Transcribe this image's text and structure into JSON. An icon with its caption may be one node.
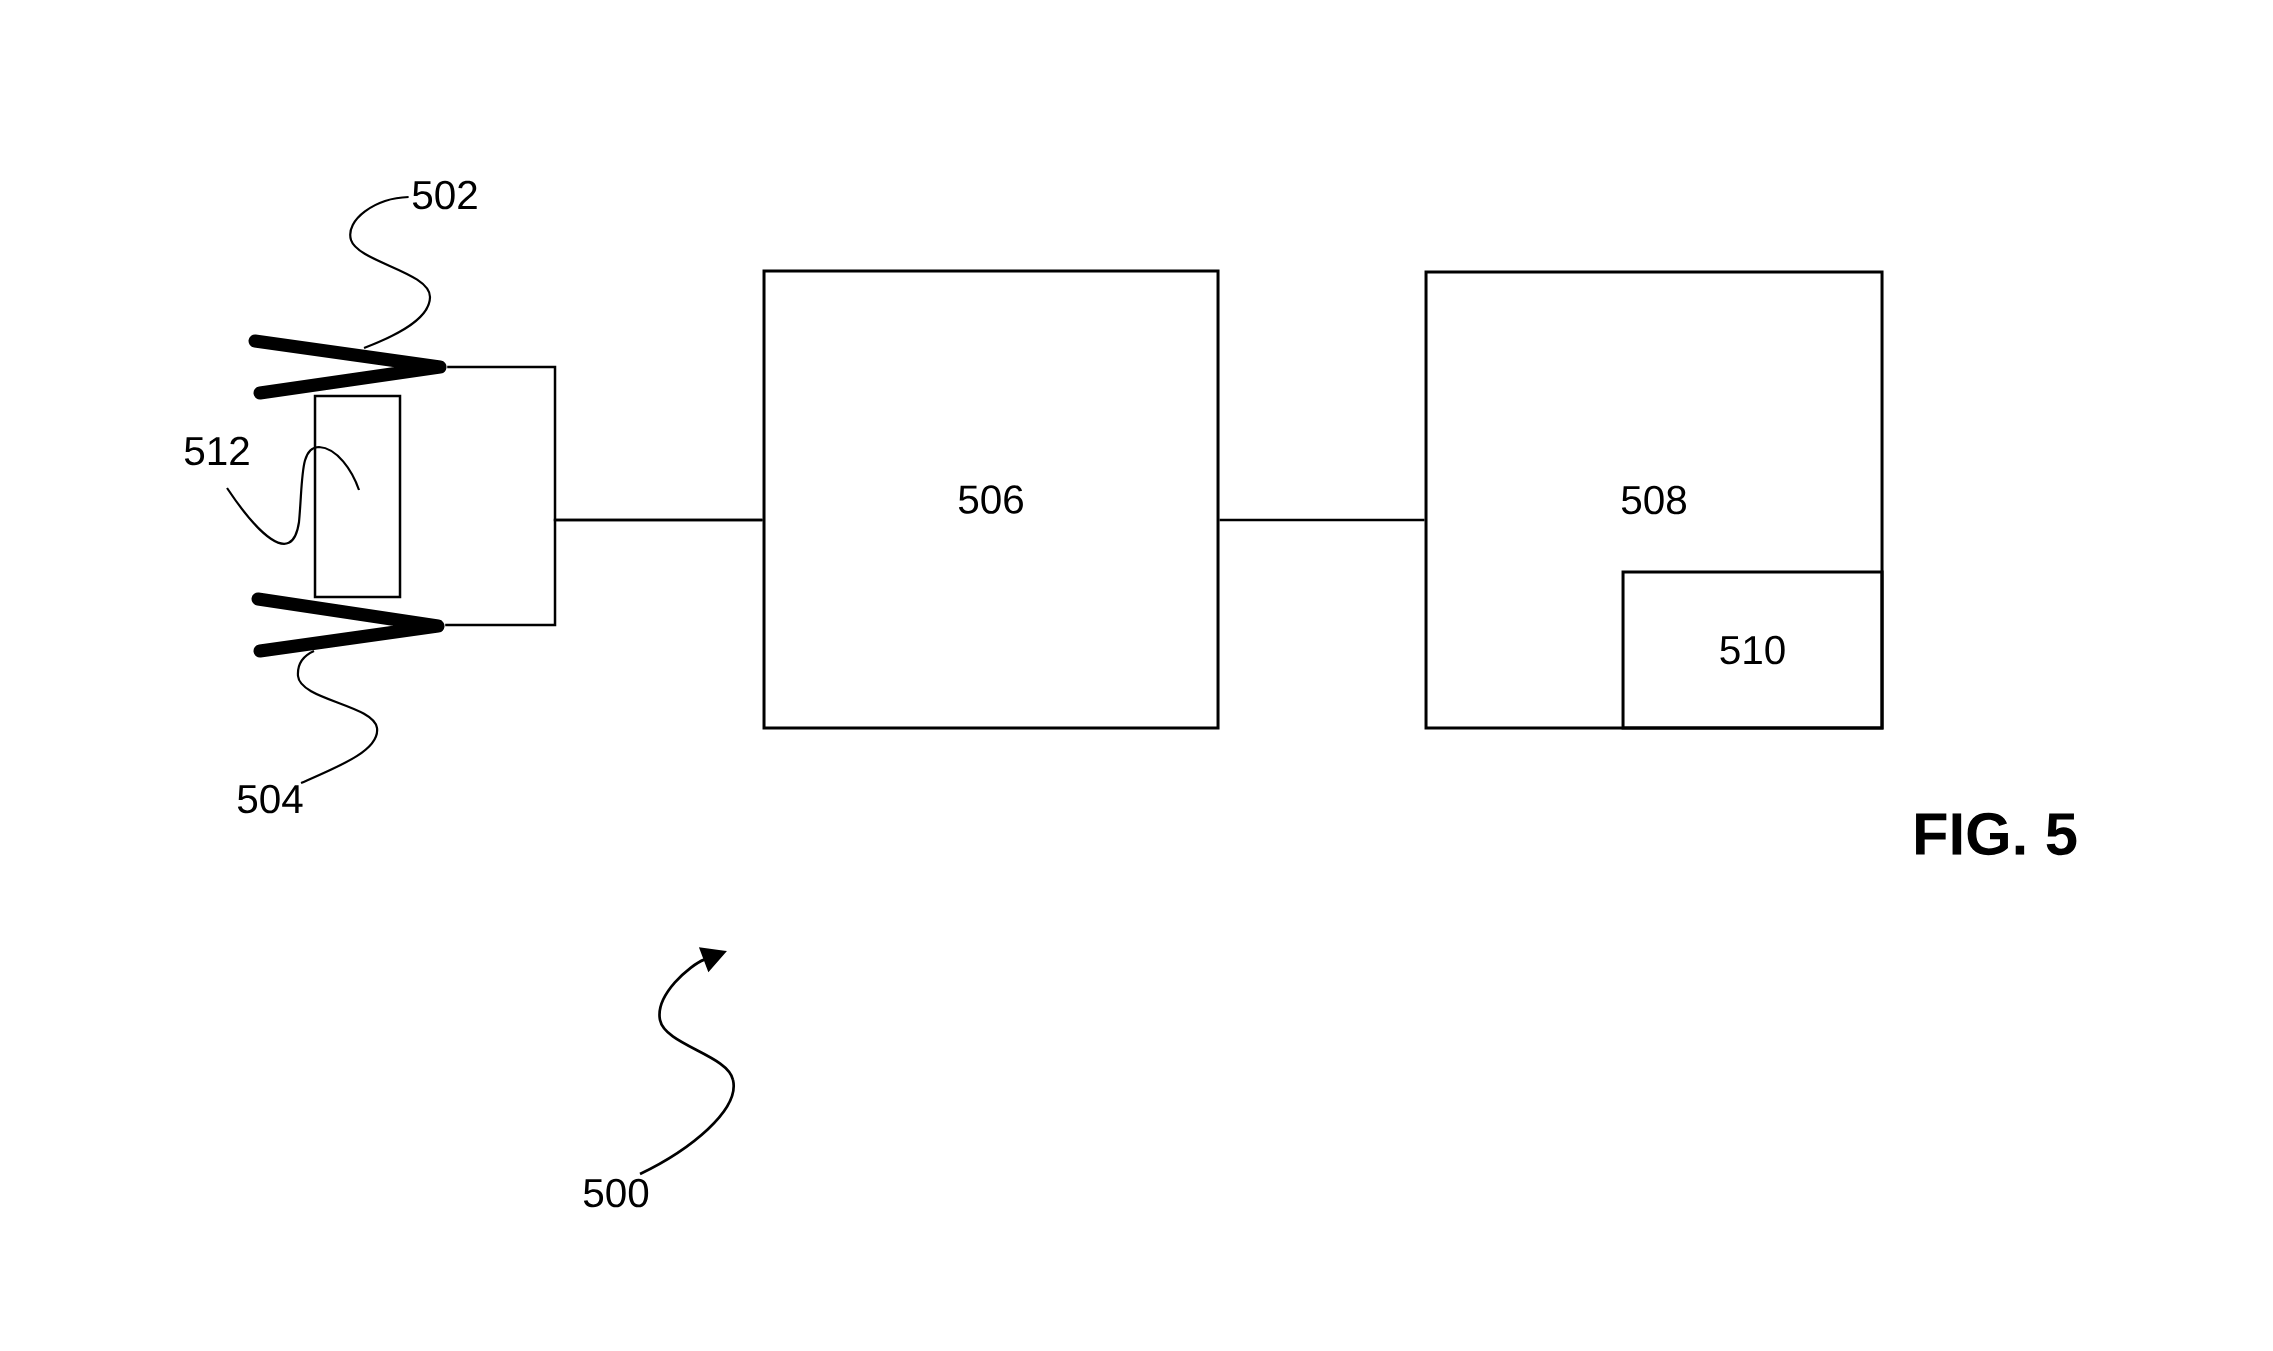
{
  "diagram": {
    "caption": "FIG. 5",
    "nodes": [
      {
        "text": [
          "502"
        ]
      },
      {
        "text": [],
        "shape": "chevron"
      },
      {
        "text": [
          "512"
        ]
      },
      {
        "text": [],
        "shape": "box"
      },
      {
        "text": [],
        "shape": "chevron"
      },
      {
        "text": [
          "504"
        ]
      },
      {
        "text": [
          "506"
        ]
      },
      {
        "text": [
          "508"
        ]
      },
      {
        "text": [
          "510"
        ],
        "in": 7
      },
      {
        "text": [
          "500"
        ]
      }
    ],
    "edges": [
      {
        "from": 0,
        "to": 1,
        "arrow": "none"
      },
      {
        "from": 2,
        "to": 3,
        "arrow": "none"
      },
      {
        "from": 5,
        "to": 4,
        "arrow": "none"
      },
      {
        "from": 1,
        "to": 6,
        "arrow": "none"
      },
      {
        "from": 4,
        "to": 6,
        "arrow": "none"
      },
      {
        "from": 6,
        "to": 7,
        "arrow": "none"
      },
      {
        "from": 9,
        "to": null,
        "arrow": "to"
      }
    ]
  }
}
